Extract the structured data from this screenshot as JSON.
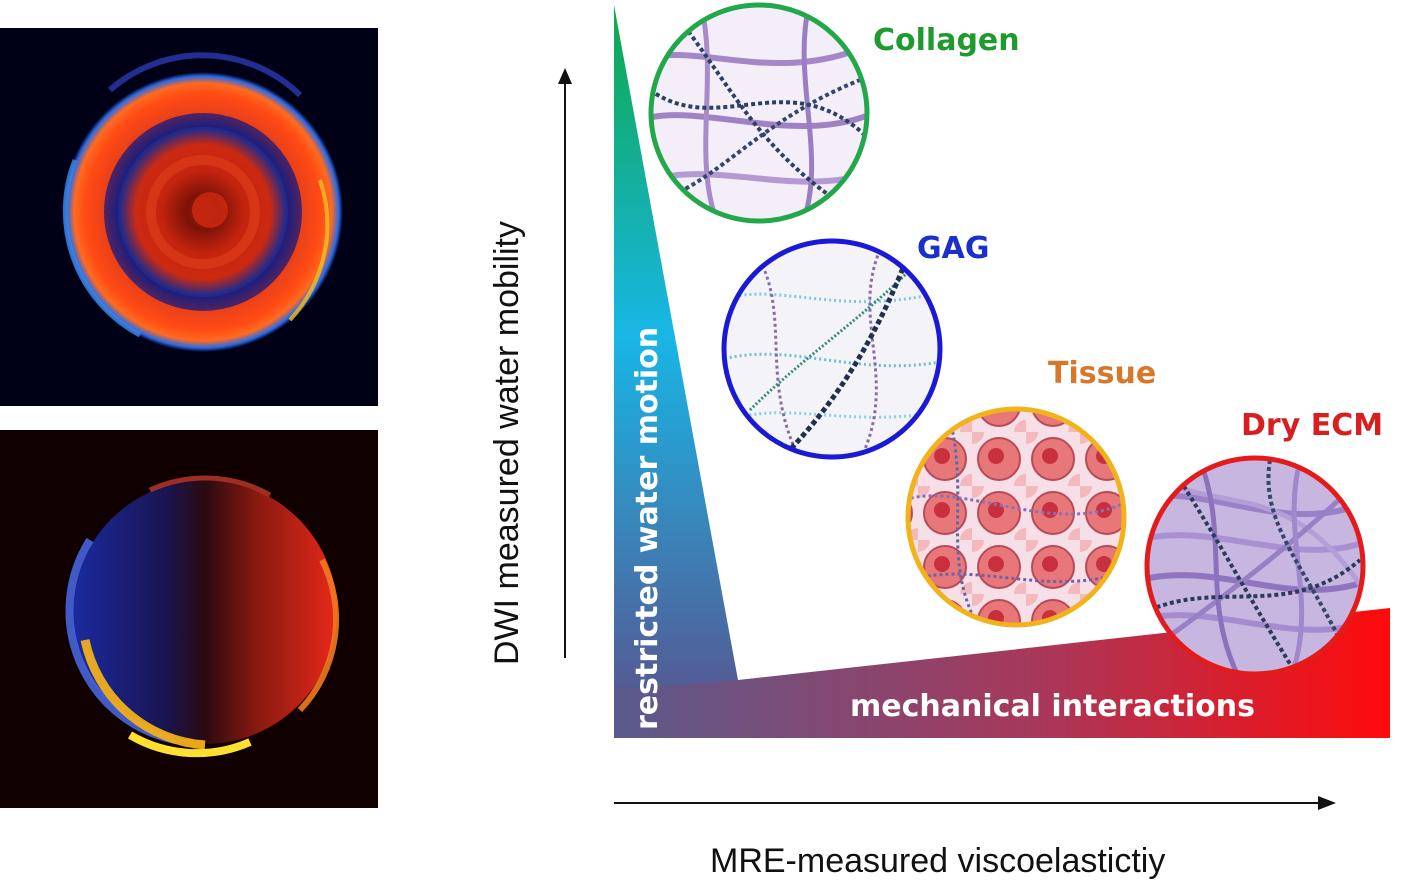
{
  "labels": {
    "collagen": "Collagen",
    "gag": "GAG",
    "tissue": "Tissue",
    "dry_ecm": "Dry ECM",
    "restricted": "restricted water motion",
    "mechanical": "mechanical interactions",
    "y_axis": "DWI measured water mobility",
    "x_axis": "MRE-measured viscoelastictiy"
  },
  "colors": {
    "collagen": "#1e9a2e",
    "gag": "#1b2fc9",
    "tissue": "#d8762a",
    "dry_ecm": "#d81e1e",
    "circle_collagen": "#22a84a",
    "circle_gag": "#1a1ad6",
    "circle_tissue": "#f2b21c",
    "circle_dry_ecm": "#e31b1b"
  },
  "icons": {
    "collagen_circle": "collagen-fiber-network-icon",
    "gag_circle": "glycosaminoglycan-network-icon",
    "tissue_circle": "cell-tissue-icon",
    "dry_ecm_circle": "dense-ecm-fiber-icon",
    "top_map": "concentric-ring-mri-map-icon",
    "bottom_map": "gradient-disc-mri-map-icon"
  }
}
